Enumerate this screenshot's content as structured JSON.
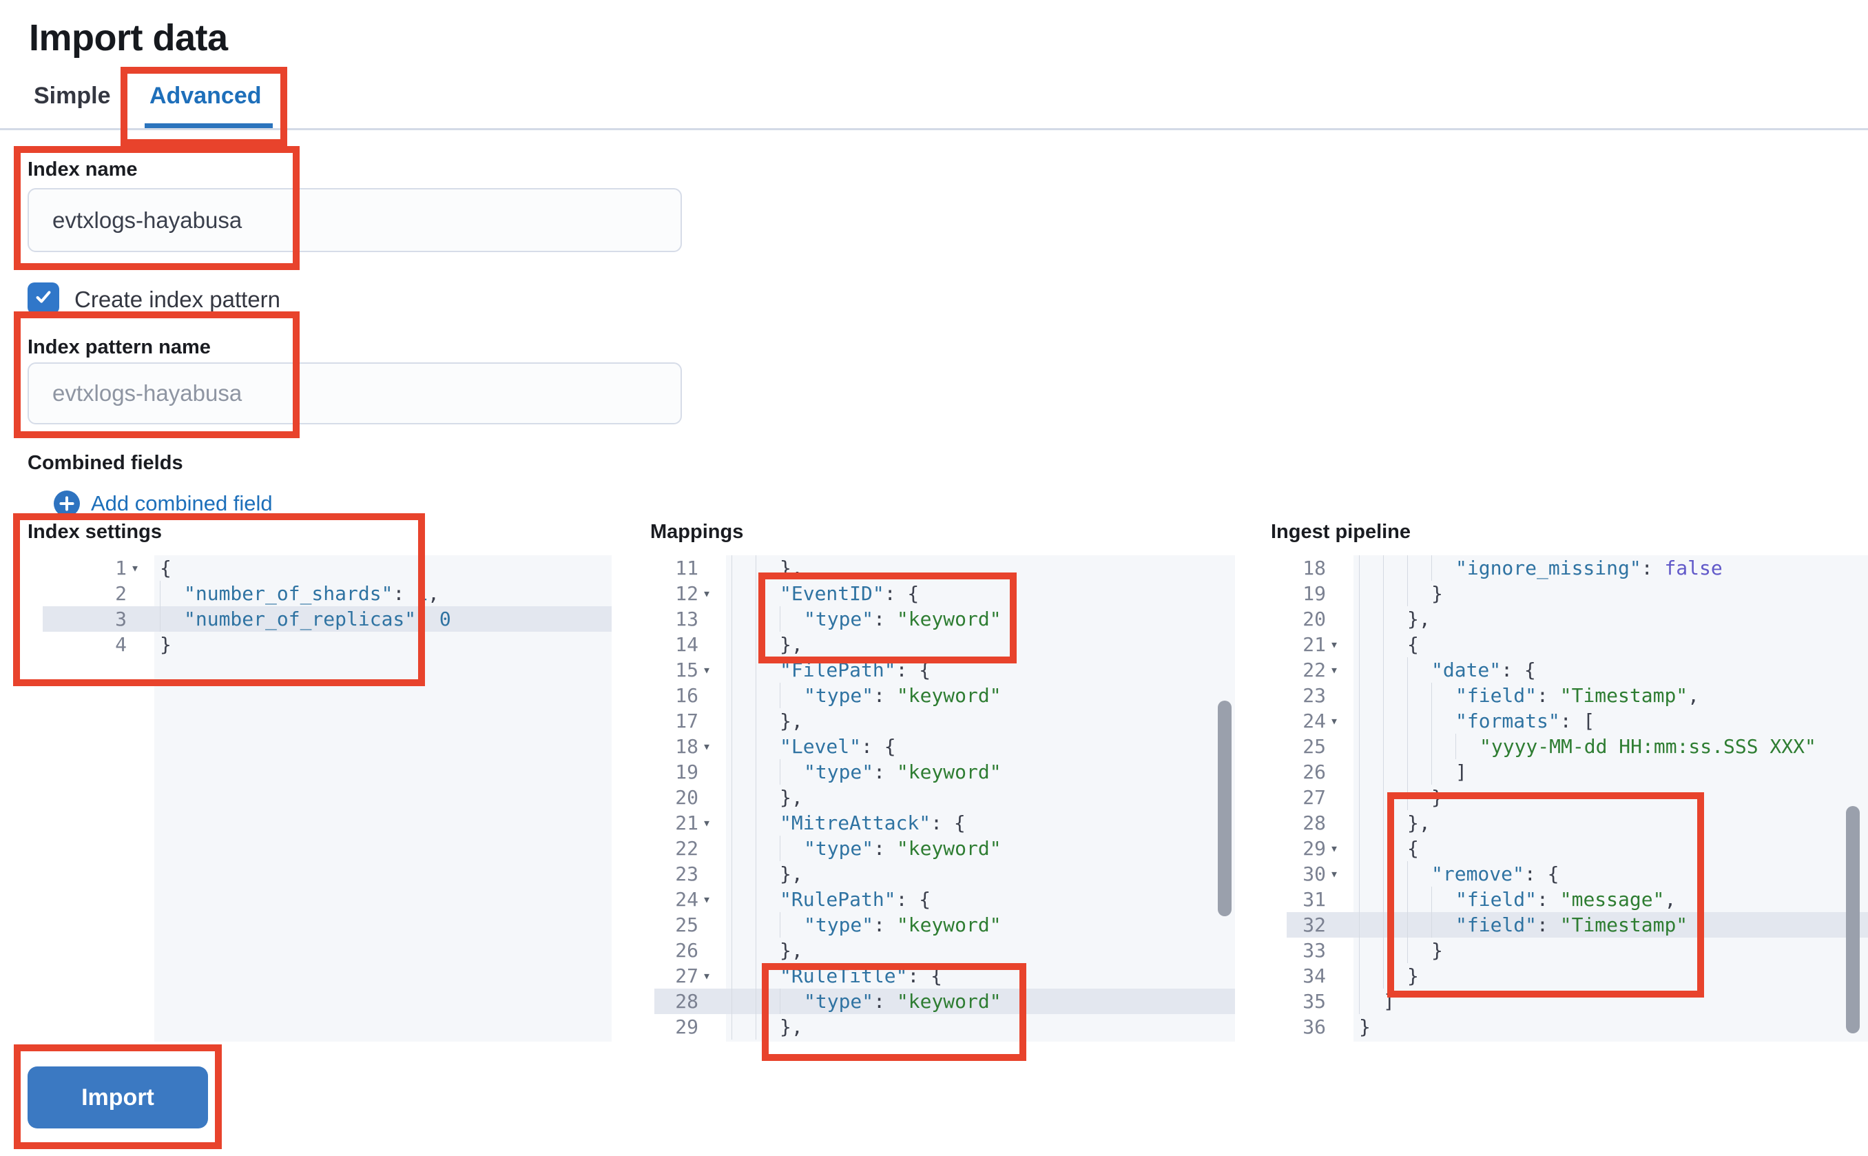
{
  "page": {
    "title": "Import data"
  },
  "tabs": {
    "simple": "Simple",
    "advanced": "Advanced",
    "active": "Advanced"
  },
  "form": {
    "index_name": {
      "label": "Index name",
      "value": "evtxlogs-hayabusa"
    },
    "create_index_pattern": {
      "label": "Create index pattern",
      "checked": true
    },
    "index_pattern_name": {
      "label": "Index pattern name",
      "placeholder": "evtxlogs-hayabusa"
    },
    "combined_fields": {
      "label": "Combined fields",
      "add_link": "Add combined field"
    }
  },
  "import_button": {
    "label": "Import"
  },
  "colors": {
    "accent_blue": "#1e6fba",
    "button_blue": "#3b79c2",
    "checkbox_blue": "#3077c9",
    "annotation_red": "#e8432c",
    "editor_bg": "#f5f7fa",
    "line_highlight": "#e3e7ef",
    "code_key": "#2f73a2",
    "code_string": "#2e7d32",
    "code_constant": "#6159c9"
  },
  "editors": [
    {
      "id": "index-settings",
      "label": "Index settings",
      "lines": [
        {
          "n": 1,
          "fold": true,
          "indent": 0,
          "hl": false,
          "t": [
            [
              "p",
              "{"
            ]
          ]
        },
        {
          "n": 2,
          "fold": false,
          "indent": 1,
          "hl": false,
          "t": [
            [
              "k",
              "\"number_of_shards\""
            ],
            [
              "p",
              ": "
            ],
            [
              "n",
              "1"
            ],
            [
              "p",
              ","
            ]
          ]
        },
        {
          "n": 3,
          "fold": false,
          "indent": 1,
          "hl": true,
          "t": [
            [
              "k",
              "\"number_of_replicas\""
            ],
            [
              "p",
              ": "
            ],
            [
              "n",
              "0"
            ]
          ]
        },
        {
          "n": 4,
          "fold": false,
          "indent": 0,
          "hl": false,
          "t": [
            [
              "p",
              "}"
            ]
          ]
        }
      ]
    },
    {
      "id": "mappings",
      "label": "Mappings",
      "lines": [
        {
          "n": 11,
          "fold": false,
          "indent": 2,
          "hl": false,
          "t": [
            [
              "p",
              "},"
            ]
          ]
        },
        {
          "n": 12,
          "fold": true,
          "indent": 2,
          "hl": false,
          "t": [
            [
              "k",
              "\"EventID\""
            ],
            [
              "p",
              ": {"
            ]
          ]
        },
        {
          "n": 13,
          "fold": false,
          "indent": 3,
          "hl": false,
          "t": [
            [
              "k",
              "\"type\""
            ],
            [
              "p",
              ": "
            ],
            [
              "s",
              "\"keyword\""
            ]
          ]
        },
        {
          "n": 14,
          "fold": false,
          "indent": 2,
          "hl": false,
          "t": [
            [
              "p",
              "},"
            ]
          ]
        },
        {
          "n": 15,
          "fold": true,
          "indent": 2,
          "hl": false,
          "t": [
            [
              "k",
              "\"FilePath\""
            ],
            [
              "p",
              ": {"
            ]
          ]
        },
        {
          "n": 16,
          "fold": false,
          "indent": 3,
          "hl": false,
          "t": [
            [
              "k",
              "\"type\""
            ],
            [
              "p",
              ": "
            ],
            [
              "s",
              "\"keyword\""
            ]
          ]
        },
        {
          "n": 17,
          "fold": false,
          "indent": 2,
          "hl": false,
          "t": [
            [
              "p",
              "},"
            ]
          ]
        },
        {
          "n": 18,
          "fold": true,
          "indent": 2,
          "hl": false,
          "t": [
            [
              "k",
              "\"Level\""
            ],
            [
              "p",
              ": {"
            ]
          ]
        },
        {
          "n": 19,
          "fold": false,
          "indent": 3,
          "hl": false,
          "t": [
            [
              "k",
              "\"type\""
            ],
            [
              "p",
              ": "
            ],
            [
              "s",
              "\"keyword\""
            ]
          ]
        },
        {
          "n": 20,
          "fold": false,
          "indent": 2,
          "hl": false,
          "t": [
            [
              "p",
              "},"
            ]
          ]
        },
        {
          "n": 21,
          "fold": true,
          "indent": 2,
          "hl": false,
          "t": [
            [
              "k",
              "\"MitreAttack\""
            ],
            [
              "p",
              ": {"
            ]
          ]
        },
        {
          "n": 22,
          "fold": false,
          "indent": 3,
          "hl": false,
          "t": [
            [
              "k",
              "\"type\""
            ],
            [
              "p",
              ": "
            ],
            [
              "s",
              "\"keyword\""
            ]
          ]
        },
        {
          "n": 23,
          "fold": false,
          "indent": 2,
          "hl": false,
          "t": [
            [
              "p",
              "},"
            ]
          ]
        },
        {
          "n": 24,
          "fold": true,
          "indent": 2,
          "hl": false,
          "t": [
            [
              "k",
              "\"RulePath\""
            ],
            [
              "p",
              ": {"
            ]
          ]
        },
        {
          "n": 25,
          "fold": false,
          "indent": 3,
          "hl": false,
          "t": [
            [
              "k",
              "\"type\""
            ],
            [
              "p",
              ": "
            ],
            [
              "s",
              "\"keyword\""
            ]
          ]
        },
        {
          "n": 26,
          "fold": false,
          "indent": 2,
          "hl": false,
          "t": [
            [
              "p",
              "},"
            ]
          ]
        },
        {
          "n": 27,
          "fold": true,
          "indent": 2,
          "hl": false,
          "t": [
            [
              "k",
              "\"RuleTitle\""
            ],
            [
              "p",
              ": {"
            ]
          ]
        },
        {
          "n": 28,
          "fold": false,
          "indent": 3,
          "hl": true,
          "t": [
            [
              "k",
              "\"type\""
            ],
            [
              "p",
              ": "
            ],
            [
              "s",
              "\"keyword\""
            ]
          ]
        },
        {
          "n": 29,
          "fold": false,
          "indent": 2,
          "hl": false,
          "t": [
            [
              "p",
              "},"
            ]
          ]
        }
      ]
    },
    {
      "id": "ingest-pipeline",
      "label": "Ingest pipeline",
      "lines": [
        {
          "n": 18,
          "fold": false,
          "indent": 4,
          "hl": false,
          "t": [
            [
              "k",
              "\"ignore_missing\""
            ],
            [
              "p",
              ": "
            ],
            [
              "b",
              "false"
            ]
          ]
        },
        {
          "n": 19,
          "fold": false,
          "indent": 3,
          "hl": false,
          "t": [
            [
              "p",
              "}"
            ]
          ]
        },
        {
          "n": 20,
          "fold": false,
          "indent": 2,
          "hl": false,
          "t": [
            [
              "p",
              "},"
            ]
          ]
        },
        {
          "n": 21,
          "fold": true,
          "indent": 2,
          "hl": false,
          "t": [
            [
              "p",
              "{"
            ]
          ]
        },
        {
          "n": 22,
          "fold": true,
          "indent": 3,
          "hl": false,
          "t": [
            [
              "k",
              "\"date\""
            ],
            [
              "p",
              ": {"
            ]
          ]
        },
        {
          "n": 23,
          "fold": false,
          "indent": 4,
          "hl": false,
          "t": [
            [
              "k",
              "\"field\""
            ],
            [
              "p",
              ": "
            ],
            [
              "s",
              "\"Timestamp\""
            ],
            [
              "p",
              ","
            ]
          ]
        },
        {
          "n": 24,
          "fold": true,
          "indent": 4,
          "hl": false,
          "t": [
            [
              "k",
              "\"formats\""
            ],
            [
              "p",
              ": ["
            ]
          ]
        },
        {
          "n": 25,
          "fold": false,
          "indent": 5,
          "hl": false,
          "t": [
            [
              "s",
              "\"yyyy-MM-dd HH:mm:ss.SSS XXX\""
            ]
          ]
        },
        {
          "n": 26,
          "fold": false,
          "indent": 4,
          "hl": false,
          "t": [
            [
              "p",
              "]"
            ]
          ]
        },
        {
          "n": 27,
          "fold": false,
          "indent": 3,
          "hl": false,
          "t": [
            [
              "p",
              "}"
            ]
          ]
        },
        {
          "n": 28,
          "fold": false,
          "indent": 2,
          "hl": false,
          "t": [
            [
              "p",
              "},"
            ]
          ]
        },
        {
          "n": 29,
          "fold": true,
          "indent": 2,
          "hl": false,
          "t": [
            [
              "p",
              "{"
            ]
          ]
        },
        {
          "n": 30,
          "fold": true,
          "indent": 3,
          "hl": false,
          "t": [
            [
              "k",
              "\"remove\""
            ],
            [
              "p",
              ": {"
            ]
          ]
        },
        {
          "n": 31,
          "fold": false,
          "indent": 4,
          "hl": false,
          "t": [
            [
              "k",
              "\"field\""
            ],
            [
              "p",
              ": "
            ],
            [
              "s",
              "\"message\""
            ],
            [
              "p",
              ","
            ]
          ]
        },
        {
          "n": 32,
          "fold": false,
          "indent": 4,
          "hl": true,
          "t": [
            [
              "k",
              "\"field\""
            ],
            [
              "p",
              ": "
            ],
            [
              "s",
              "\"Timestamp\""
            ]
          ]
        },
        {
          "n": 33,
          "fold": false,
          "indent": 3,
          "hl": false,
          "t": [
            [
              "p",
              "}"
            ]
          ]
        },
        {
          "n": 34,
          "fold": false,
          "indent": 2,
          "hl": false,
          "t": [
            [
              "p",
              "}"
            ]
          ]
        },
        {
          "n": 35,
          "fold": false,
          "indent": 1,
          "hl": false,
          "t": [
            [
              "p",
              "]"
            ]
          ]
        },
        {
          "n": 36,
          "fold": false,
          "indent": 0,
          "hl": false,
          "t": [
            [
              "p",
              "}"
            ]
          ]
        }
      ]
    }
  ]
}
